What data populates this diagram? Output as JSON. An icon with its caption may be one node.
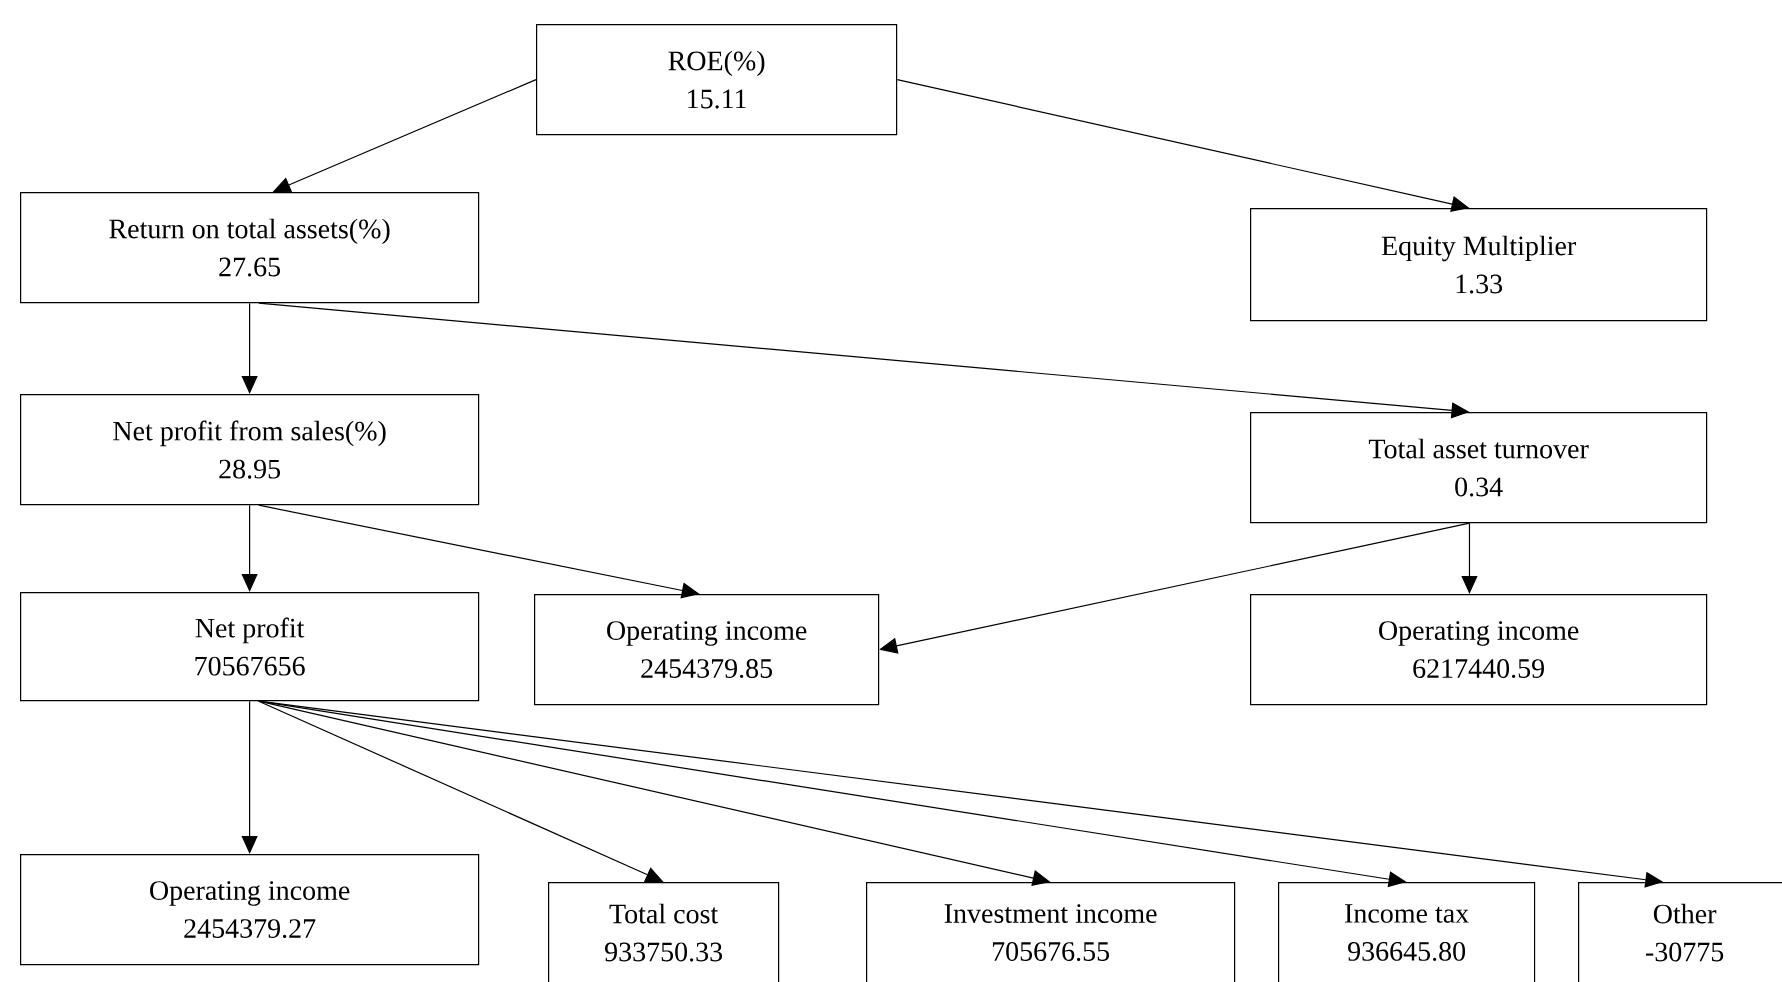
{
  "diagram": {
    "nodes": [
      {
        "text": [
          "ROE(%)",
          "15.11"
        ]
      },
      {
        "text": [
          "Return on total assets(%)",
          "27.65"
        ]
      },
      {
        "text": [
          "Equity Multiplier",
          "1.33"
        ]
      },
      {
        "text": [
          "Net profit from sales(%)",
          "28.95"
        ]
      },
      {
        "text": [
          "Total asset turnover",
          "0.34"
        ]
      },
      {
        "text": [
          "Net profit",
          "70567656"
        ]
      },
      {
        "text": [
          "Operating income",
          "2454379.85"
        ]
      },
      {
        "text": [
          "Operating income",
          "6217440.59"
        ]
      },
      {
        "text": [
          "Operating income",
          "2454379.27"
        ]
      },
      {
        "text": [
          "Total cost",
          "933750.33"
        ]
      },
      {
        "text": [
          "Investment income",
          "705676.55"
        ]
      },
      {
        "text": [
          "Income tax",
          "936645.80"
        ]
      },
      {
        "text": [
          "Other",
          "-30775"
        ]
      }
    ],
    "edges": [
      {
        "from": 0,
        "to": 1,
        "arrow": "to"
      },
      {
        "from": 0,
        "to": 2,
        "arrow": "to"
      },
      {
        "from": 1,
        "to": 3,
        "arrow": "to"
      },
      {
        "from": 1,
        "to": 4,
        "arrow": "to"
      },
      {
        "from": 3,
        "to": 5,
        "arrow": "to"
      },
      {
        "from": 3,
        "to": 6,
        "arrow": "to"
      },
      {
        "from": 4,
        "to": 6,
        "arrow": "to"
      },
      {
        "from": 4,
        "to": 7,
        "arrow": "to"
      },
      {
        "from": 5,
        "to": 8,
        "arrow": "to"
      },
      {
        "from": 5,
        "to": 9,
        "arrow": "to"
      },
      {
        "from": 5,
        "to": 10,
        "arrow": "to"
      },
      {
        "from": 5,
        "to": 11,
        "arrow": "to"
      },
      {
        "from": 5,
        "to": 12,
        "arrow": "to"
      }
    ]
  }
}
